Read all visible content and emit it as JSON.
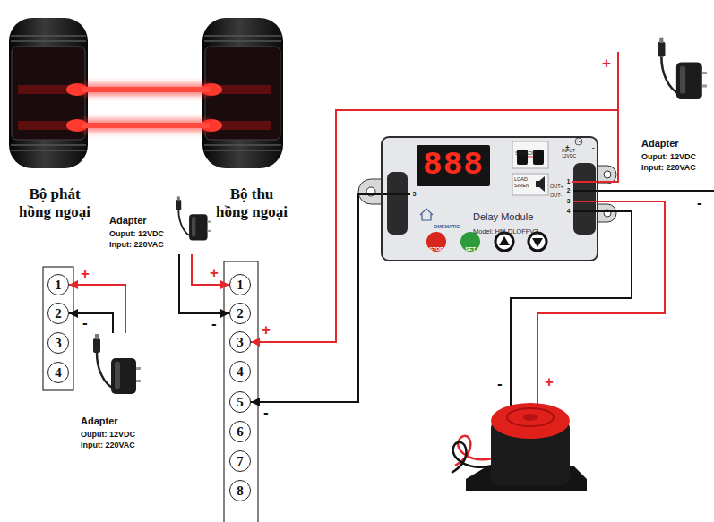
{
  "diagram": {
    "nodes": [
      {
        "text": [
          "Bộ phát hồng ngoại"
        ]
      },
      {
        "text": [
          "Bộ thu hồng ngoại"
        ]
      },
      {
        "text": [
          "Adapter",
          "Ouput: 12VDC",
          "Input: 220VAC"
        ]
      },
      {
        "text": [
          "Delay Module",
          "Model: HM-DLOFFV3"
        ]
      },
      {
        "text": [
          "1"
        ],
        "in": 3
      },
      {
        "text": [
          "2"
        ],
        "in": 3
      },
      {
        "text": [
          "3"
        ],
        "in": 3
      },
      {
        "text": [
          "4"
        ],
        "in": 3
      },
      {
        "text": [
          "5"
        ],
        "in": 3
      },
      {
        "text": [
          "Adapter",
          "Ouput: 12VDC",
          "Input: 220VAC"
        ]
      },
      {
        "text": [
          "1"
        ]
      },
      {
        "text": [
          "2"
        ]
      },
      {
        "text": [
          "3"
        ]
      },
      {
        "text": [
          "4"
        ]
      },
      {
        "text": [
          "Adapter",
          "Ouput: 12VDC",
          "Input: 220VAC"
        ]
      },
      {
        "text": [
          "1"
        ]
      },
      {
        "text": [
          "2"
        ]
      },
      {
        "text": [
          "3"
        ]
      },
      {
        "text": [
          "4"
        ]
      },
      {
        "text": [
          "5"
        ]
      },
      {
        "text": [
          "6"
        ]
      },
      {
        "text": [
          "7"
        ]
      },
      {
        "text": [
          "8"
        ]
      }
    ],
    "edges": [
      {
        "from": 14,
        "to": 10,
        "arrow": "to"
      },
      {
        "from": 14,
        "to": 11,
        "arrow": "to"
      },
      {
        "from": 9,
        "to": 15,
        "arrow": "to"
      },
      {
        "from": 9,
        "to": 16,
        "arrow": "to"
      },
      {
        "from": 4,
        "to": 17,
        "arrow": "to"
      },
      {
        "from": 8,
        "to": 19,
        "arrow": "to"
      }
    ],
    "labels": [
      "888",
      "SENSOR",
      "LOAD SIREN",
      "+",
      "-",
      "INPUT 12VDC",
      "OUT+",
      "OUT-",
      "OMEMATIC",
      "STOP",
      "SET",
      "+",
      "-",
      "+",
      "-",
      "+",
      "-",
      "+",
      "-",
      "-",
      "+"
    ]
  }
}
